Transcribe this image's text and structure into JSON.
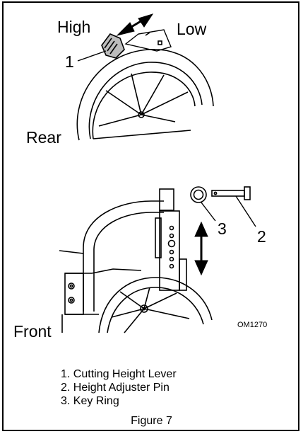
{
  "labels": {
    "high": "High",
    "low": "Low",
    "rear": "Rear",
    "front": "Front",
    "callout_1": "1",
    "callout_2": "2",
    "callout_3": "3",
    "part_code": "OM1270"
  },
  "legend": [
    "1.  Cutting Height Lever",
    "2.  Height Adjuster Pin",
    "3.  Key Ring"
  ],
  "caption": "Figure 7"
}
